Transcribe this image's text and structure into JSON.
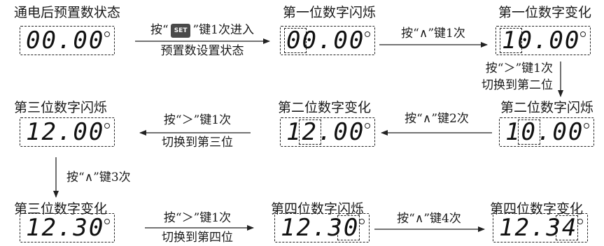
{
  "states": [
    {
      "id": "s1",
      "title": "通电后预置数状态",
      "value": "00.00"
    },
    {
      "id": "s2",
      "title": "第一位数字闪烁",
      "value": "00.00",
      "highlight": 1
    },
    {
      "id": "s3",
      "title": "第一位数字变化",
      "value": "10.00",
      "highlight": 1
    },
    {
      "id": "s4",
      "title": "第二位数字闪烁",
      "value": "10.00",
      "highlight": 2
    },
    {
      "id": "s5",
      "title": "第二位数字变化",
      "value": "12.00",
      "highlight": 2
    },
    {
      "id": "s6",
      "title": "第三位数字闪烁",
      "value": "12.00"
    },
    {
      "id": "s7",
      "title": "第三位数字变化",
      "value": "12.30"
    },
    {
      "id": "s8",
      "title": "第四位数字闪烁",
      "value": "12.30",
      "highlight": 4
    },
    {
      "id": "s9",
      "title": "第四位数字变化",
      "value": "12.34",
      "highlight": 4
    }
  ],
  "transitions": {
    "t1": {
      "prefix": "按“",
      "key": "SET",
      "suffix": "”键1次进入",
      "line2": "预置数设置状态"
    },
    "t2": {
      "line1": "按“∧”键1次"
    },
    "t3": {
      "line1": "按“＞”键1次",
      "line2": "切换到第二位"
    },
    "t4": {
      "line1": "按“∧”键2次"
    },
    "t5": {
      "line1": "按“＞”键1次",
      "line2": "切换到第三位"
    },
    "t6": {
      "line1": "按“∧”键3次"
    },
    "t7": {
      "line1": "按“＞”键1次",
      "line2": "切换到第四位"
    },
    "t8": {
      "line1": "按“∧”键4次"
    }
  }
}
